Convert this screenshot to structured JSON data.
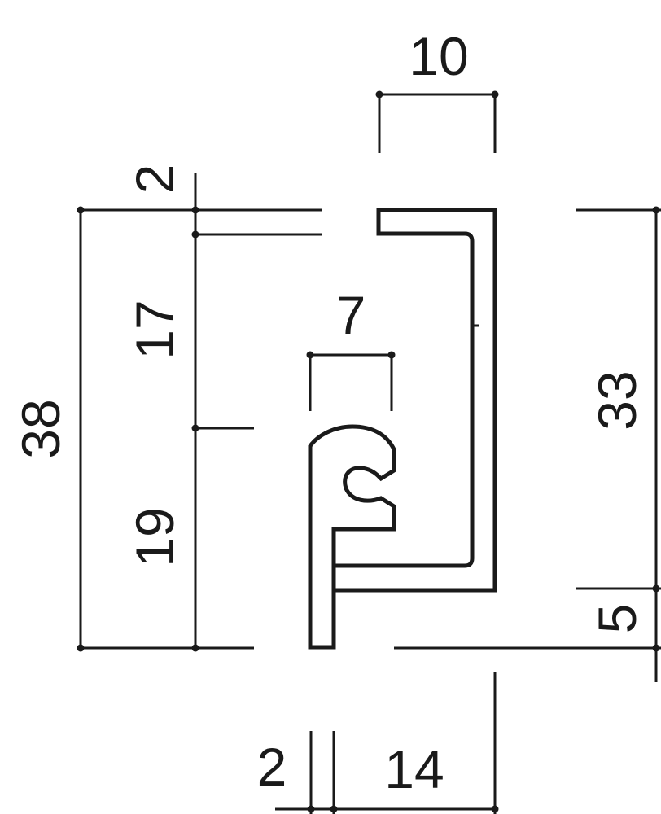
{
  "dimensions": {
    "overall_height": "38",
    "top_gap": "2",
    "upper_height": "17",
    "lower_height": "19",
    "right_height": "33",
    "bottom_offset": "5",
    "top_width": "10",
    "hook_width": "7",
    "wall_thickness": "2",
    "base_width": "14"
  }
}
